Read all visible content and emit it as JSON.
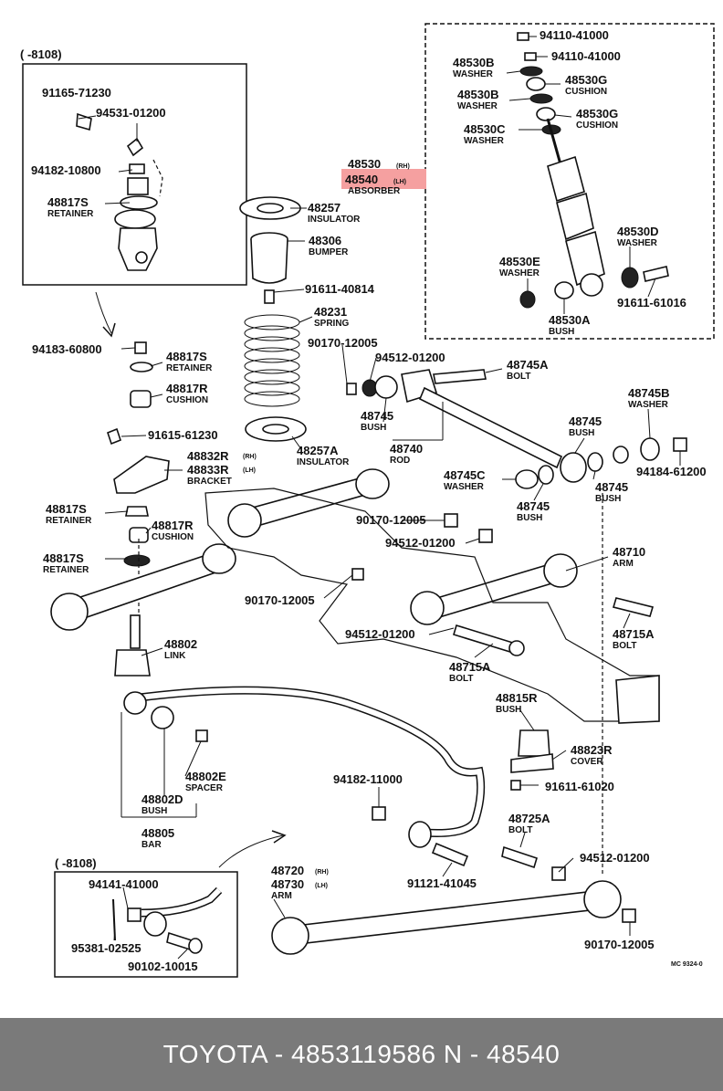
{
  "footer": {
    "text": "TOYOTA - 4853119586      N - 48540"
  },
  "highlight_color": "#f5a0a0",
  "diagram_code": "MC 9324-0",
  "inset_top": {
    "date": "(     -8108)"
  },
  "inset_bottom": {
    "date": "(     -8108)"
  },
  "labels": {
    "p91165": "91165-71230",
    "p94531": "94531-01200",
    "p94182a": "94182-10800",
    "p48817S_a": "48817S",
    "retainer_a": "RETAINER",
    "p94183": "94183-60800",
    "p48817S_b": "48817S",
    "retainer_b": "RETAINER",
    "p48817R_a": "48817R",
    "cushion_a": "CUSHION",
    "p91615": "91615-61230",
    "p48832R": "48832R",
    "p48833R": "48833R",
    "rh": "(RH)",
    "lh": "(LH)",
    "bracket": "BRACKET",
    "p48817S_c": "48817S",
    "retainer_c": "RETAINER",
    "p48817R_b": "48817R",
    "cushion_b": "CUSHION",
    "p48817S_d": "48817S",
    "retainer_d": "RETAINER",
    "p48802": "48802",
    "link": "LINK",
    "p48257": "48257",
    "insulator_a": "INSULATOR",
    "p48306": "48306",
    "bumper": "BUMPER",
    "p91611a": "91611-40814",
    "p48231": "48231",
    "spring": "SPRING",
    "p48257A": "48257A",
    "insulator_b": "INSULATOR",
    "p48530": "48530",
    "rh2": "(RH)",
    "p48540": "48540",
    "lh2": "(LH)",
    "absorber": "ABSORBER",
    "p94110a": "94110-41000",
    "p94110b": "94110-41000",
    "p48530B_a": "48530B",
    "washer_a": "WASHER",
    "p48530G_a": "48530G",
    "cushion_c": "CUSHION",
    "p48530B_b": "48530B",
    "washer_b": "WASHER",
    "p48530G_b": "48530G",
    "cushion_d": "CUSHION",
    "p48530C": "48530C",
    "washer_c": "WASHER",
    "p48530D": "48530D",
    "washer_d": "WASHER",
    "p48530E": "48530E",
    "washer_e": "WASHER",
    "p91611b": "91611-61016",
    "p48530A": "48530A",
    "bush_a": "BUSH",
    "p90170a": "90170-12005",
    "p94512a": "94512-01200",
    "p48745A_a": "48745A",
    "bolt_a": "BOLT",
    "p48745_a": "48745",
    "bush_b": "BUSH",
    "p48740": "48740",
    "rod": "ROD",
    "p48745B": "48745B",
    "washer_f": "WASHER",
    "p48745_b": "48745",
    "bush_c": "BUSH",
    "p94184": "94184-61200",
    "p48745_c": "48745",
    "bush_d": "BUSH",
    "p48745C": "48745C",
    "washer_g": "WASHER",
    "p48745_d": "48745",
    "bush_e": "BUSH",
    "p90170b": "90170-12005",
    "p94512b": "94512-01200",
    "p48710": "48710",
    "arm_a": "ARM",
    "p90170c": "90170-12005",
    "p94512c": "94512-01200",
    "p48715A_a": "48715A",
    "bolt_b": "BOLT",
    "p48715A_b": "48715A",
    "bolt_c": "BOLT",
    "p48815R": "48815R",
    "bush_f": "BUSH",
    "p48823R": "48823R",
    "cover": "COVER",
    "p94182b": "94182-11000",
    "p91611c": "91611-61020",
    "p48802E": "48802E",
    "spacer": "SPACER",
    "p48802D": "48802D",
    "bush_g": "BUSH",
    "p48805": "48805",
    "bar": "BAR",
    "p48725A": "48725A",
    "bolt_d": "BOLT",
    "p94512d": "94512-01200",
    "p48720": "48720",
    "rh3": "(RH)",
    "p48730": "48730",
    "lh3": "(LH)",
    "arm_b": "ARM",
    "p91121": "91121-41045",
    "p90170d": "90170-12005",
    "p94141": "94141-41000",
    "p95381": "95381-02525",
    "p90102": "90102-10015"
  }
}
